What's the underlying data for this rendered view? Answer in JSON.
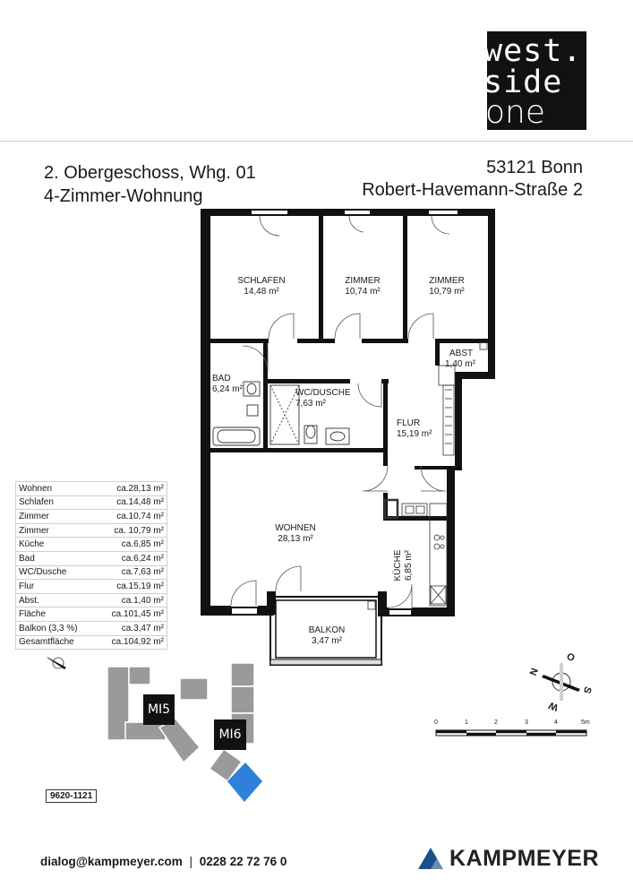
{
  "logo": {
    "line1": "west.",
    "line2": "side",
    "line3": "one"
  },
  "unit": {
    "floor_unit": "2. Obergeschoss, Whg. 01",
    "type": "4-Zimmer-Wohnung"
  },
  "address": {
    "city": "53121 Bonn",
    "street": "Robert-Havemann-Straße 2"
  },
  "rooms": {
    "schlafen": {
      "name": "SCHLAFEN",
      "area": "14,48 m²"
    },
    "zimmer1": {
      "name": "ZIMMER",
      "area": "10,74 m²"
    },
    "zimmer2": {
      "name": "ZIMMER",
      "area": "10,79 m²"
    },
    "abst": {
      "name": "ABST",
      "area": "1,40 m²"
    },
    "bad": {
      "name": "BAD",
      "area": "6,24 m²"
    },
    "wc": {
      "name": "WC/DUSCHE",
      "area": "7,63 m²"
    },
    "flur": {
      "name": "FLUR",
      "area": "15,19 m²"
    },
    "wohnen": {
      "name": "WOHNEN",
      "area": "28,13 m²"
    },
    "kueche": {
      "name": "KÜCHE",
      "area": "6,85 m²"
    },
    "balkon": {
      "name": "BALKON",
      "area": "3,47 m²"
    }
  },
  "area_table": [
    {
      "label": "Wohnen",
      "value": "ca.28,13 m²"
    },
    {
      "label": "Schlafen",
      "value": "ca.14,48 m²"
    },
    {
      "label": "Zimmer",
      "value": "ca.10,74 m²"
    },
    {
      "label": "Zimmer",
      "value": "ca. 10,79 m²"
    },
    {
      "label": "Küche",
      "value": "ca.6,85 m²"
    },
    {
      "label": "Bad",
      "value": "ca.6,24 m²"
    },
    {
      "label": "WC/Dusche",
      "value": "ca.7,63 m²"
    },
    {
      "label": "Flur",
      "value": "ca.15,19 m²"
    },
    {
      "label": "Abst.",
      "value": "ca.1,40 m²"
    },
    {
      "label": "Fläche",
      "value": "ca.101,45 m²"
    },
    {
      "label": "Balkon (3,3 %)",
      "value": "ca.3,47 m²"
    },
    {
      "label": "Gesamtfläche",
      "value": "ca.104,92 m²"
    }
  ],
  "site": {
    "building_a": "MI5",
    "building_b": "MI6",
    "highlight_color": "#2f80d9",
    "building_color": "#9a9a9a"
  },
  "plan_code": "9620-1121",
  "compass": {
    "n": "N",
    "o": "O",
    "s": "S",
    "w": "W"
  },
  "scale": {
    "ticks": [
      "0",
      "1",
      "2",
      "3",
      "4",
      "5m"
    ]
  },
  "footer": {
    "email": "dialog@kampmeyer.com",
    "divider": "|",
    "phone": "0228 22 72 76 0",
    "brand": "KAMPMEYER",
    "brand_color": "#1b4f8a"
  }
}
